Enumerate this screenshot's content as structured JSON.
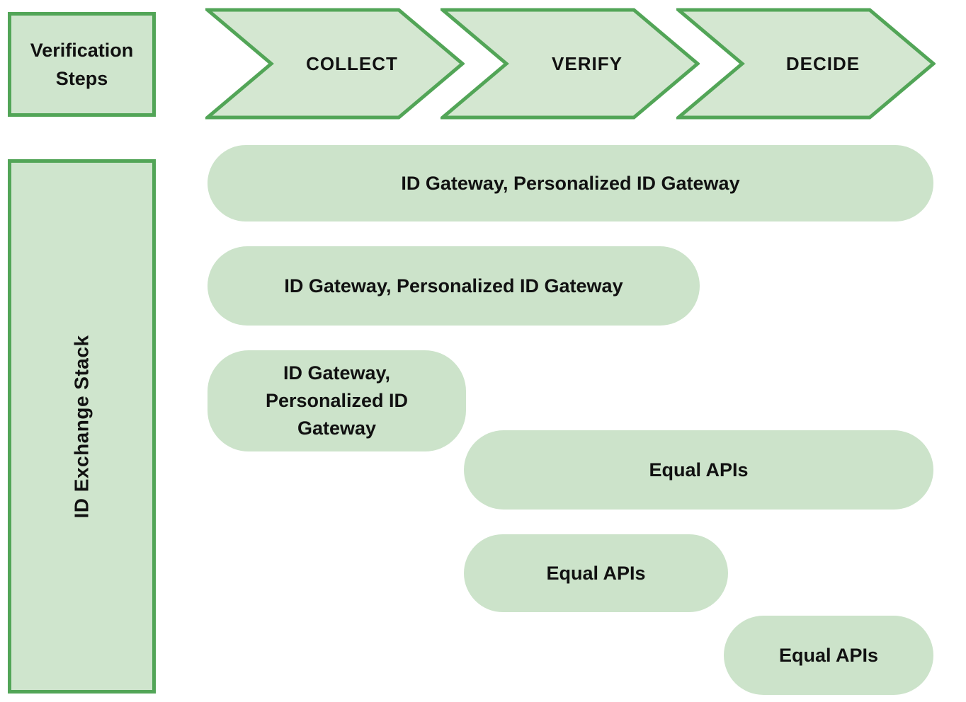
{
  "colors": {
    "background": "#ffffff",
    "box_fill": "#cfe5cd",
    "arrow_fill": "#d4e7d1",
    "pill_fill": "#cce3ca",
    "border_green": "#52a557",
    "text": "#111111"
  },
  "legend": {
    "label": "Verification Steps"
  },
  "steps": [
    {
      "label": "COLLECT"
    },
    {
      "label": "VERIFY"
    },
    {
      "label": "DECIDE"
    }
  ],
  "stack": {
    "label": "ID Exchange Stack"
  },
  "rows": [
    {
      "label": "ID Gateway, Personalized ID Gateway",
      "covers": [
        "COLLECT",
        "VERIFY",
        "DECIDE"
      ]
    },
    {
      "label": "ID Gateway, Personalized ID Gateway",
      "covers": [
        "COLLECT",
        "VERIFY"
      ]
    },
    {
      "label": "ID Gateway, Personalized ID Gateway",
      "covers": [
        "COLLECT"
      ]
    },
    {
      "label": "Equal APIs",
      "covers": [
        "VERIFY",
        "DECIDE"
      ]
    },
    {
      "label": "Equal APIs",
      "covers": [
        "VERIFY"
      ]
    },
    {
      "label": "Equal APIs",
      "covers": [
        "DECIDE"
      ]
    }
  ]
}
